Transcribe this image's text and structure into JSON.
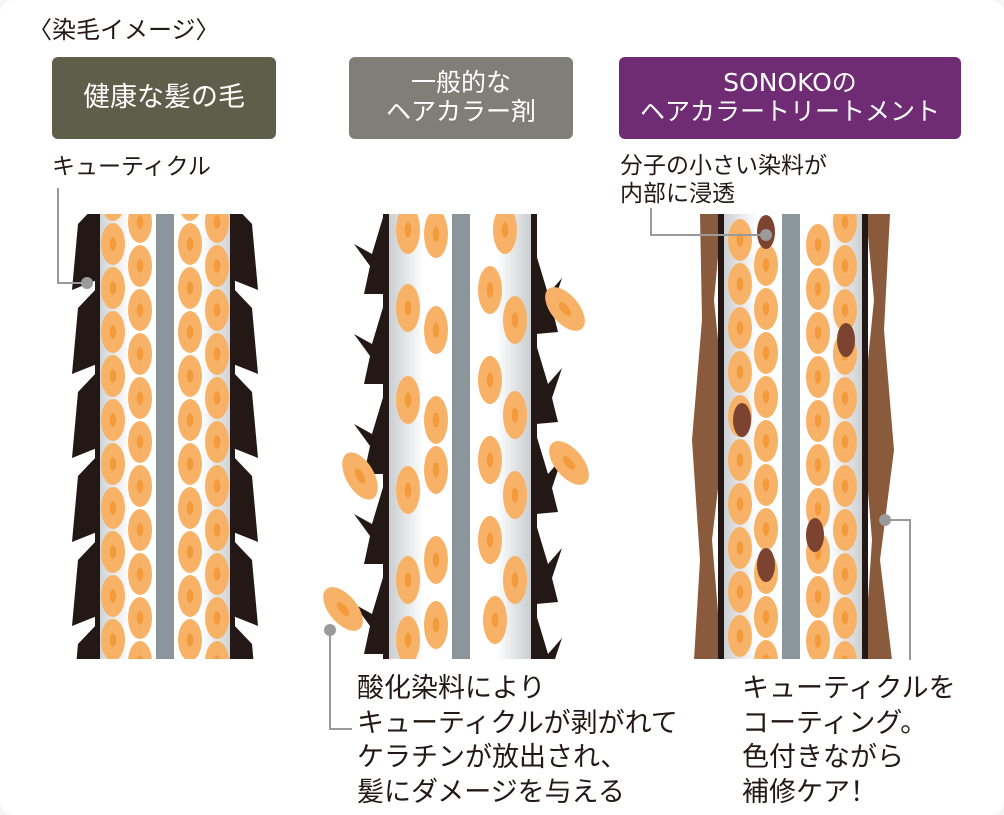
{
  "title": "〈染毛イメージ〉",
  "panels": [
    {
      "header": [
        "健康な髪の毛"
      ],
      "header_color": "#5f5e4b"
    },
    {
      "header": [
        "一般的な",
        "ヘアカラー剤"
      ],
      "header_color": "#7f7f78"
    },
    {
      "header": [
        "SONOKOの",
        "ヘアカラートリートメント"
      ],
      "header_color": "#6f2b74"
    }
  ],
  "labels": {
    "cuticle": "キューティクル",
    "molecule": [
      "分子の小さい染料が",
      "内部に浸透"
    ]
  },
  "captions": {
    "generic": [
      "酸化染料により",
      "キューティクルが剥がれて",
      "ケラチンが放出され、",
      "髪にダメージを与える"
    ],
    "sonoko": [
      "キューティクルを",
      "コーティング。",
      "色付きながら",
      "補修ケア！"
    ]
  },
  "colors": {
    "cuticle": "#231815",
    "keratin": "#f7b267",
    "keratin_core": "#f39a3d",
    "medulla": "#8a969b",
    "coating": "#8a5a3c",
    "dye": "#7b4330"
  }
}
